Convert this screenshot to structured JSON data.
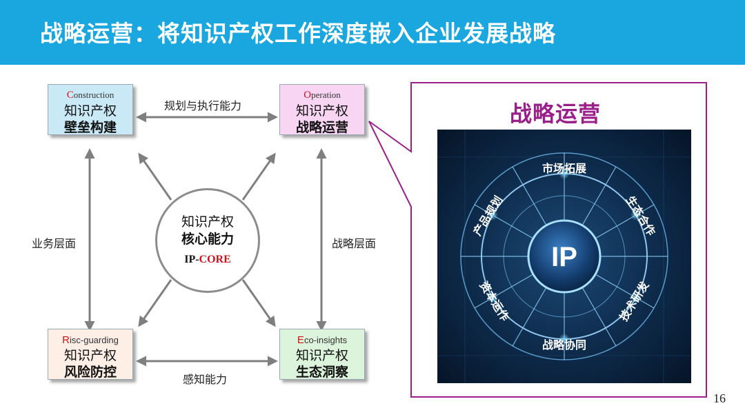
{
  "header": {
    "title": "战略运营：将知识产权工作深度嵌入企业发展战略"
  },
  "boxes": {
    "construction": {
      "cap": "C",
      "rest": "onstruction",
      "line1": "知识产权",
      "line2": "壁垒构建",
      "bg": "#c9e9f7"
    },
    "operation": {
      "cap": "O",
      "rest": "peration",
      "line1": "知识产权",
      "line2": "战略运营",
      "bg": "#f7d5f3"
    },
    "risc": {
      "cap": "R",
      "rest": "isc-guarding",
      "line1": "知识产权",
      "line2": "风险防控",
      "bg": "#fdeee6"
    },
    "eco": {
      "cap": "E",
      "rest": "co-insights",
      "line1": "知识产权",
      "line2": "生态洞察",
      "bg": "#dcf3dc"
    }
  },
  "edge_labels": {
    "top": "规划与执行能力",
    "bottom": "感知能力",
    "left": "业务层面",
    "right": "战略层面"
  },
  "core": {
    "line1": "知识产权",
    "line2": "核心能力",
    "tag_prefix": "IP-",
    "tag_highlight": "CORE"
  },
  "callout": {
    "title": "战略运营",
    "center": "IP",
    "segments": [
      "市场拓展",
      "生态合作",
      "技术研发",
      "战略协同",
      "资本运作",
      "产品规划"
    ]
  },
  "page_number": "16",
  "colors": {
    "title_bar": "#1aa7e0",
    "accent_red": "#d0121b",
    "callout_border": "#9b1f8a",
    "arrow": "#7f7f7f"
  }
}
